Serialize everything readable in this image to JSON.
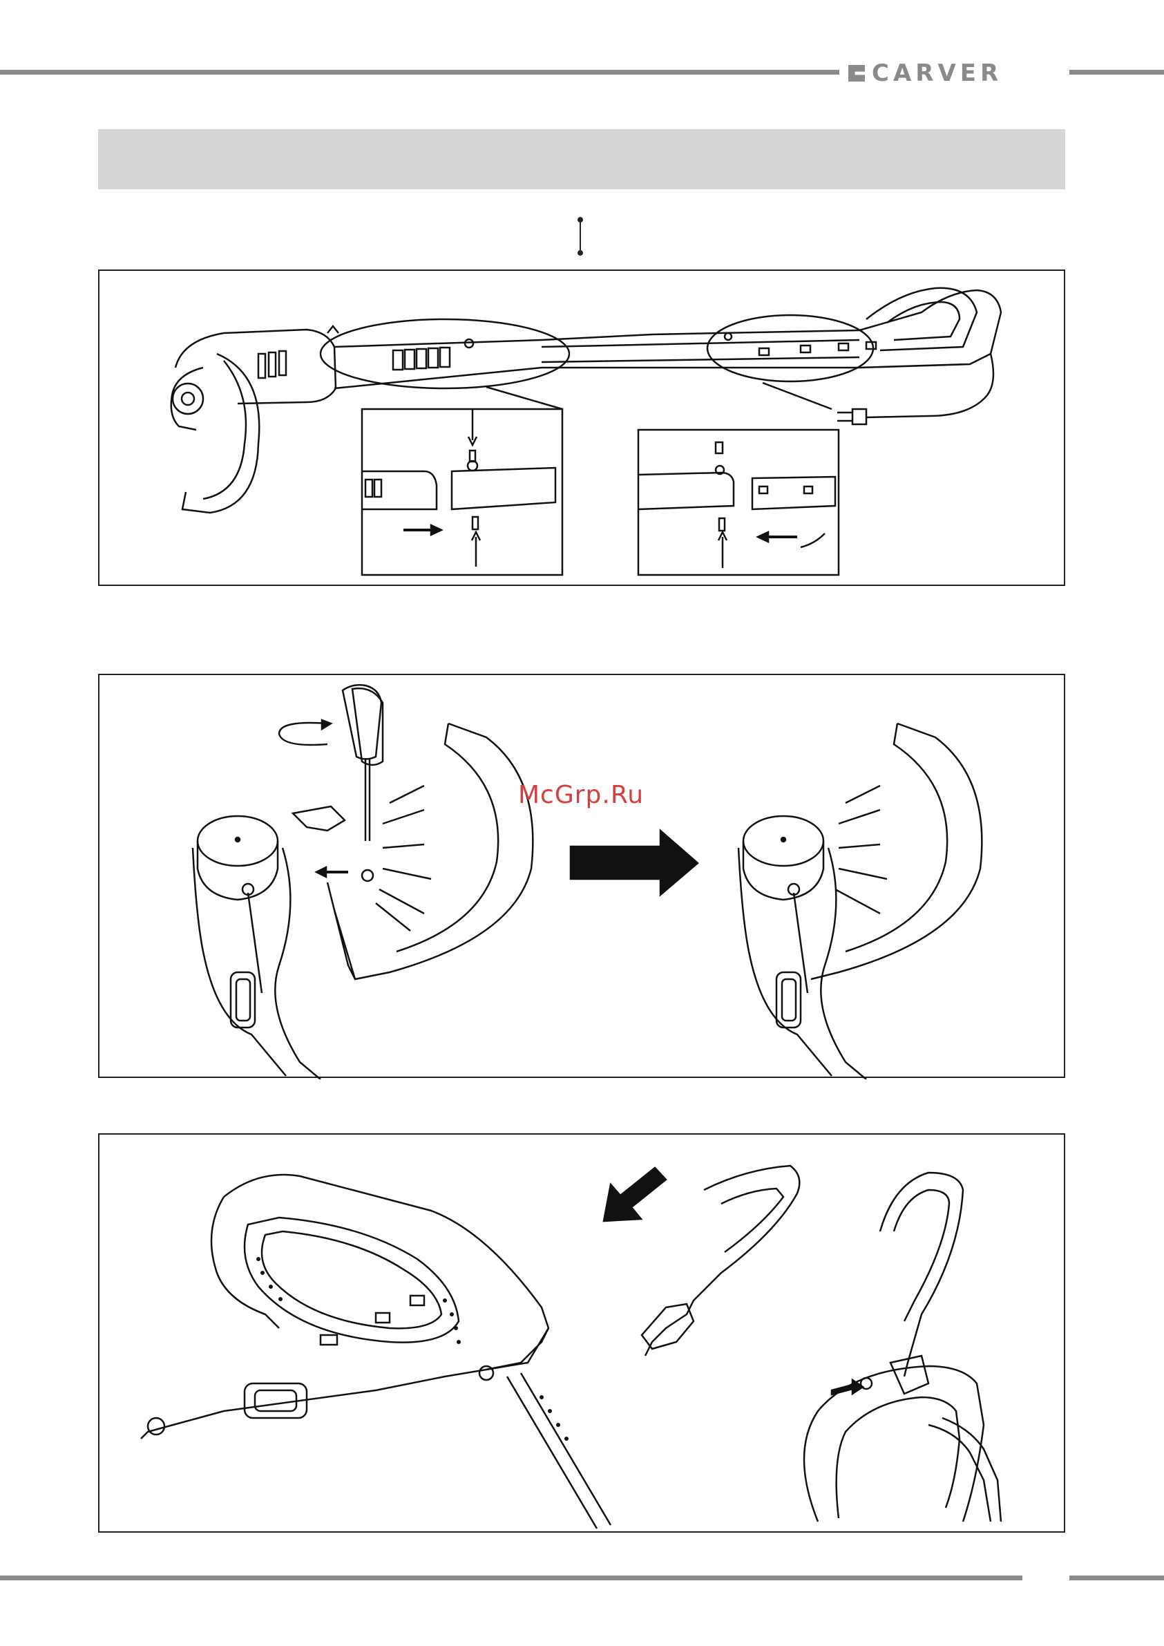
{
  "header": {
    "brand": "CARVER",
    "brand_icon": "carver-logo-mark"
  },
  "watermark": {
    "text": "McGrp.Ru"
  },
  "figures": [
    {
      "name": "figure-shaft-assembly",
      "description_icon": "shaft-connection-screws"
    },
    {
      "name": "figure-guard-mounting",
      "description_icon": "guard-screwdriver"
    },
    {
      "name": "figure-handle-mounting",
      "description_icon": "auxiliary-handle"
    }
  ],
  "colors": {
    "rule": "#8a8a8a",
    "title_bar": "#d6d6d6",
    "watermark": "#d44040"
  }
}
